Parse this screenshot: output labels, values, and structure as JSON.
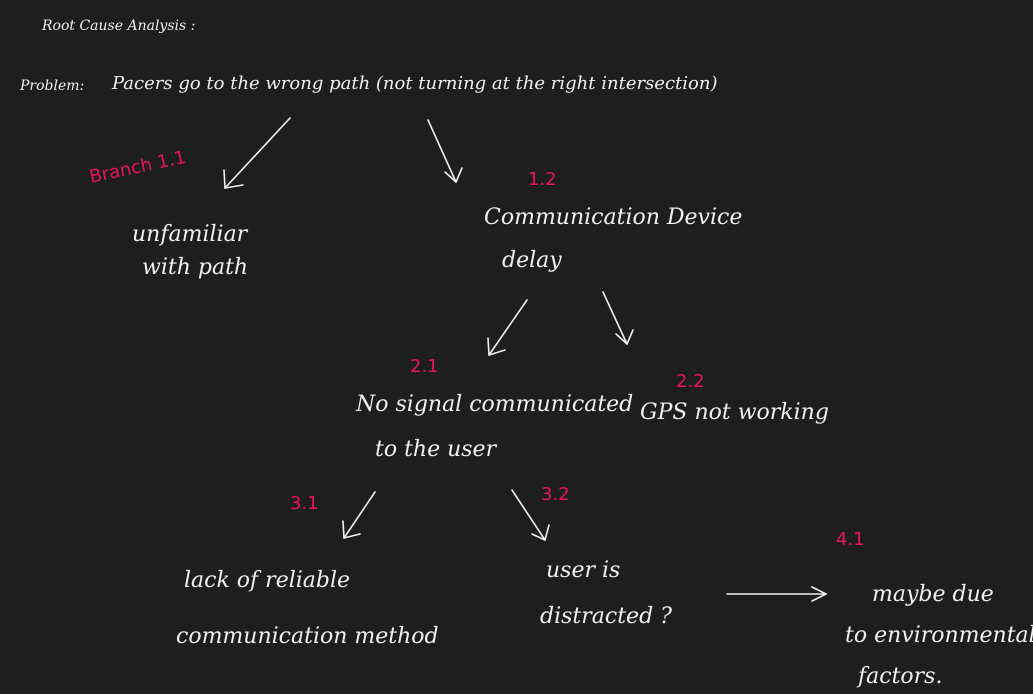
{
  "title": "Root Cause Analysis :",
  "problem": {
    "label": "Problem:",
    "text": "Pacers go to the wrong path (not turning at the right intersection)"
  },
  "nodes": {
    "n11": {
      "id": "Branch 1.1",
      "text_lines": [
        "unfamiliar",
        "with path"
      ]
    },
    "n12": {
      "id": "1.2",
      "text_lines": [
        "Communication Device",
        "delay"
      ]
    },
    "n21": {
      "id": "2.1",
      "text_lines": [
        "No signal communicated",
        "to the user"
      ]
    },
    "n22": {
      "id": "2.2",
      "text_lines": [
        "GPS not working"
      ]
    },
    "n31": {
      "id": "3.1",
      "text_lines": [
        "lack of reliable",
        "communication method"
      ]
    },
    "n32": {
      "id": "3.2",
      "text_lines": [
        "user is",
        "distracted ?"
      ]
    },
    "n41": {
      "id": "4.1",
      "text_lines": [
        "maybe due",
        "to environmental",
        "factors."
      ]
    }
  },
  "colors": {
    "background": "#1e1e1e",
    "ink": "#f0f0f0",
    "label": "#e8135a"
  }
}
